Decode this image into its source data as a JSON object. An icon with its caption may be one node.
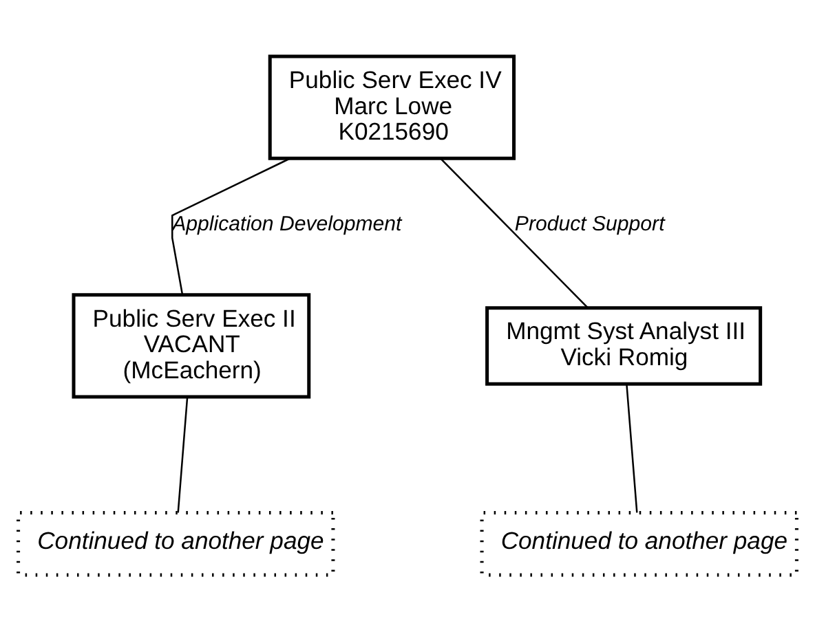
{
  "diagram": {
    "nodes": [
      {
        "text": [
          "Public Serv Exec IV",
          "Marc Lowe",
          "K0215690"
        ]
      },
      {
        "text": [
          "Public Serv Exec II",
          "VACANT",
          "(McEachern)"
        ]
      },
      {
        "text": [
          "Mngmt Syst Analyst III",
          "Vicki Romig"
        ]
      },
      {
        "text": [
          "Continued to another page"
        ]
      },
      {
        "text": [
          "Continued to another page"
        ]
      }
    ],
    "edges": [
      {
        "from": 0,
        "to": 1,
        "arrow": "none",
        "label": "Application Development"
      },
      {
        "from": 0,
        "to": 2,
        "arrow": "none",
        "label": "Product Support"
      },
      {
        "from": 1,
        "to": 3,
        "arrow": "none"
      },
      {
        "from": 2,
        "to": 4,
        "arrow": "none"
      }
    ]
  }
}
